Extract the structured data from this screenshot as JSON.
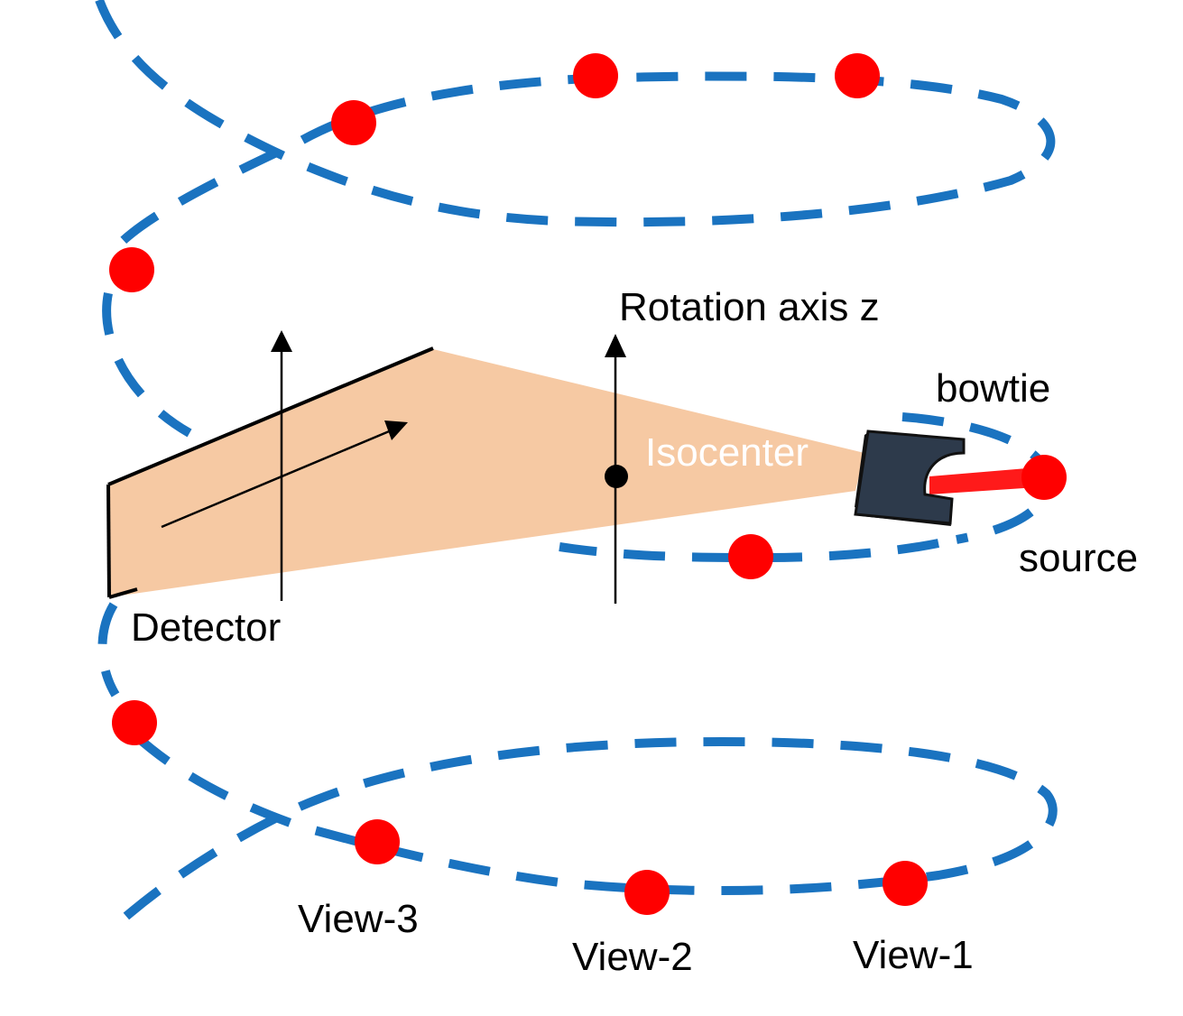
{
  "labels": {
    "rotation_axis": "Rotation axis z",
    "bowtie": "bowtie",
    "isocenter": "Isocenter",
    "source": "source",
    "detector": "Detector",
    "view_3": "View-3",
    "view_2": "View-2",
    "view_1": "View-1"
  },
  "colors": {
    "helix": "#1a73c0",
    "source_points": "#ff0000",
    "beam_dark": "#c00000",
    "beam_light": "#f5c09a",
    "bowtie": "#2d3a4b"
  }
}
